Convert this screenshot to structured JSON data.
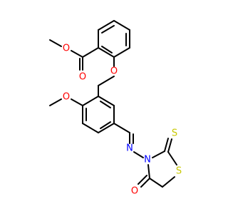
{
  "molecule": {
    "atoms": {
      "ester_carbonyl_o": "O",
      "ester_methoxy_o": "O",
      "ether_o": "O",
      "aryl_methoxy_o": "O",
      "imine_n": "N",
      "ring_n": "N",
      "ring_s": "S",
      "thione_s": "S",
      "ring_carbonyl_o": "O"
    },
    "colors": {
      "carbon": "#000000",
      "oxygen": "#ff0000",
      "nitrogen": "#0000ff",
      "sulfur": "#c8c800"
    }
  }
}
